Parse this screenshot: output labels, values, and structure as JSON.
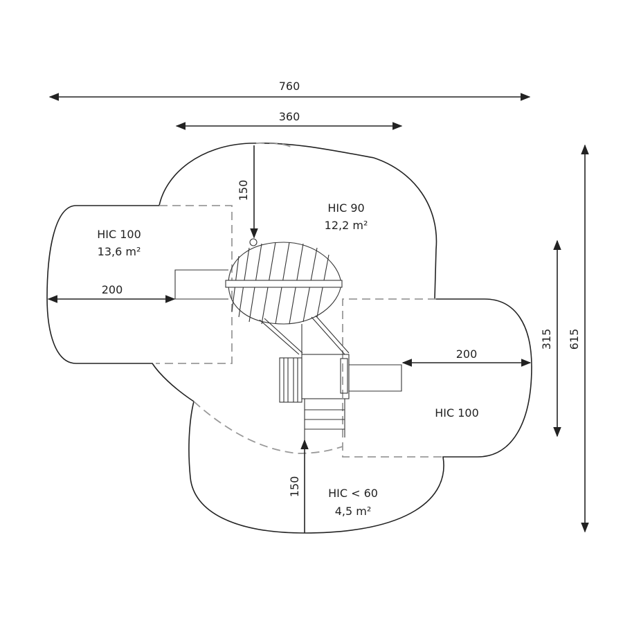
{
  "dimensions": {
    "overall_width": "760",
    "structure_width": "360",
    "top_clearance": "150",
    "left_clearance": "200",
    "right_clearance": "200",
    "bottom_clearance": "150",
    "right_zone_depth": "315",
    "overall_depth": "615"
  },
  "zones": {
    "left": {
      "hic": "HIC 100",
      "area": "13,6 m²"
    },
    "top": {
      "hic": "HIC 90",
      "area": "12,2 m²"
    },
    "right": {
      "hic": "HIC 100"
    },
    "bottom": {
      "hic": "HIC < 60",
      "area": "4,5 m²"
    }
  },
  "colors": {
    "line": "#222222",
    "dashed": "#999999"
  }
}
